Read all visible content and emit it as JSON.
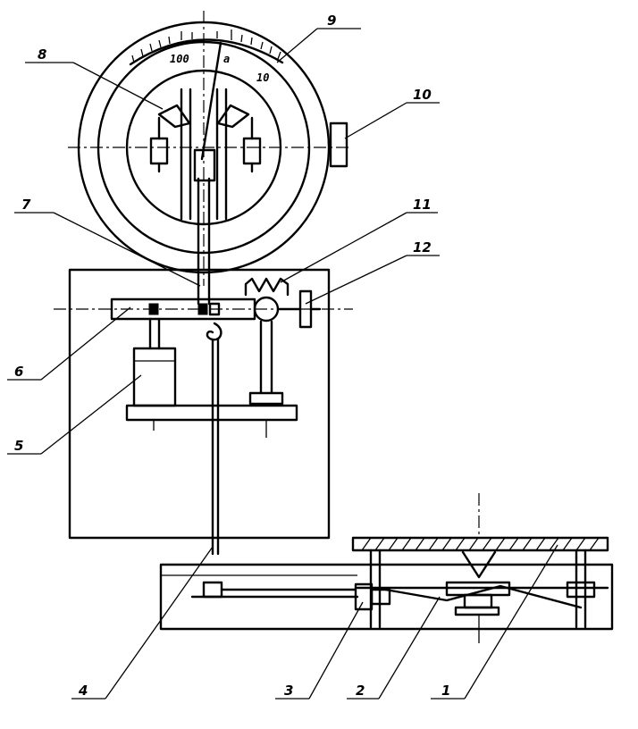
{
  "callouts": [
    "1",
    "2",
    "3",
    "4",
    "5",
    "6",
    "7",
    "8",
    "9",
    "10",
    "11",
    "12"
  ],
  "dial": {
    "scale_left": "100",
    "scale_right": "10",
    "scale_center": "a"
  }
}
